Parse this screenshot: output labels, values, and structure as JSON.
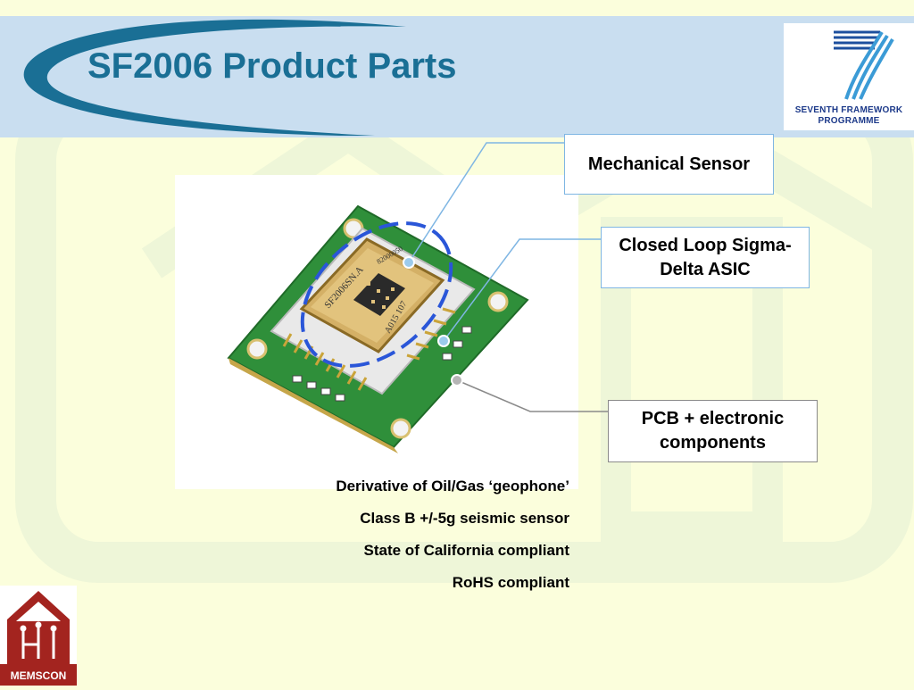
{
  "slide": {
    "title": "SF2006 Product Parts"
  },
  "logos": {
    "fp7_line1": "SEVENTH FRAMEWORK",
    "fp7_line2": "PROGRAMME",
    "memscon": "MEMSCON"
  },
  "chip": {
    "marking_line1": "SF2006SN.A",
    "marking_line2": "82000050",
    "marking_line3": "A015 107"
  },
  "callouts": {
    "mechanical_sensor": "Mechanical Sensor",
    "asic_line1": "Closed Loop Sigma-",
    "asic_line2": "Delta ASIC",
    "pcb_line1": "PCB + electronic",
    "pcb_line2": "components"
  },
  "features": [
    "Derivative of Oil/Gas ‘geophone’",
    "Class B +/-5g seismic sensor",
    "State of California compliant",
    "RoHS compliant"
  ],
  "colors": {
    "background": "#fbfedc",
    "header": "#c9def0",
    "title": "#1a6f95",
    "callout_border": "#7fb6e3",
    "memscon_red": "#a3241f"
  }
}
